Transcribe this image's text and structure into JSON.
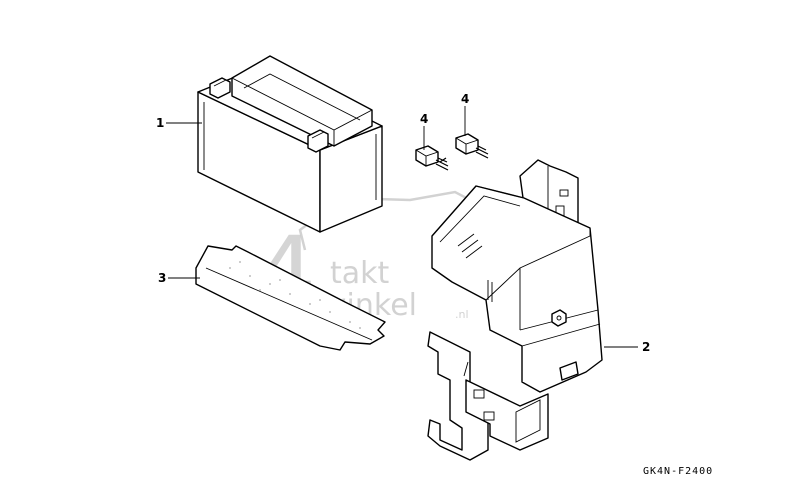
{
  "callouts": [
    {
      "label": "1",
      "part": "battery"
    },
    {
      "label": "2",
      "part": "battery box"
    },
    {
      "label": "3",
      "part": "battery pad"
    },
    {
      "label": "4",
      "part": "bolt"
    },
    {
      "label": "4",
      "part": "bolt"
    }
  ],
  "diagram_code": "GK4N-F2400",
  "watermark": {
    "digit": "4",
    "word1": "takt",
    "word2": "winkel",
    "suffix": ".nl"
  }
}
